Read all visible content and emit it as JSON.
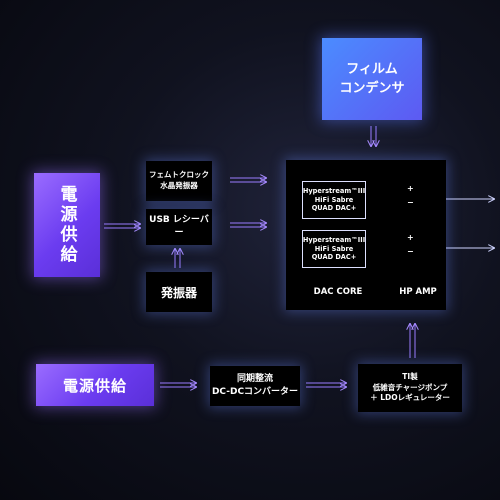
{
  "blocks": {
    "film_capacitor": {
      "line1": "フィルム",
      "line2": "コンデンサ"
    },
    "power_supply_left": "電源供給",
    "femto_clock": {
      "line1": "フェムトクロック",
      "line2": "水晶発振器"
    },
    "usb_receiver": "USB レシーバー",
    "oscillator": "発振器",
    "dac_chip_1": {
      "line1": "Hyperstream™III",
      "line2": "HiFi Sabre",
      "line3": "QUAD DAC+"
    },
    "dac_chip_2": {
      "line1": "Hyperstream™III",
      "line2": "HiFi Sabre",
      "line3": "QUAD DAC+"
    },
    "dac_core_label": "DAC CORE",
    "hp_amp_label": "HP AMP",
    "power_supply_bottom": "電源供給",
    "dcdc_converter": {
      "line1": "同期整流",
      "line2": "DC-DCコンバーター"
    },
    "charge_pump": {
      "line1": "TI製",
      "line2": "低雑音チャージポンプ",
      "line3": "＋ LDOレギュレーター"
    }
  },
  "amp_signs": {
    "plus": "+",
    "minus": "−"
  },
  "colors": {
    "background": "#0c0e1a",
    "accent_purple": "#7a4cf5",
    "accent_blue": "#4f7cff",
    "arrow_purple": "#9a7cff",
    "amp_fill": "#5a7cf0",
    "dashed_divider": "#d063c8"
  }
}
